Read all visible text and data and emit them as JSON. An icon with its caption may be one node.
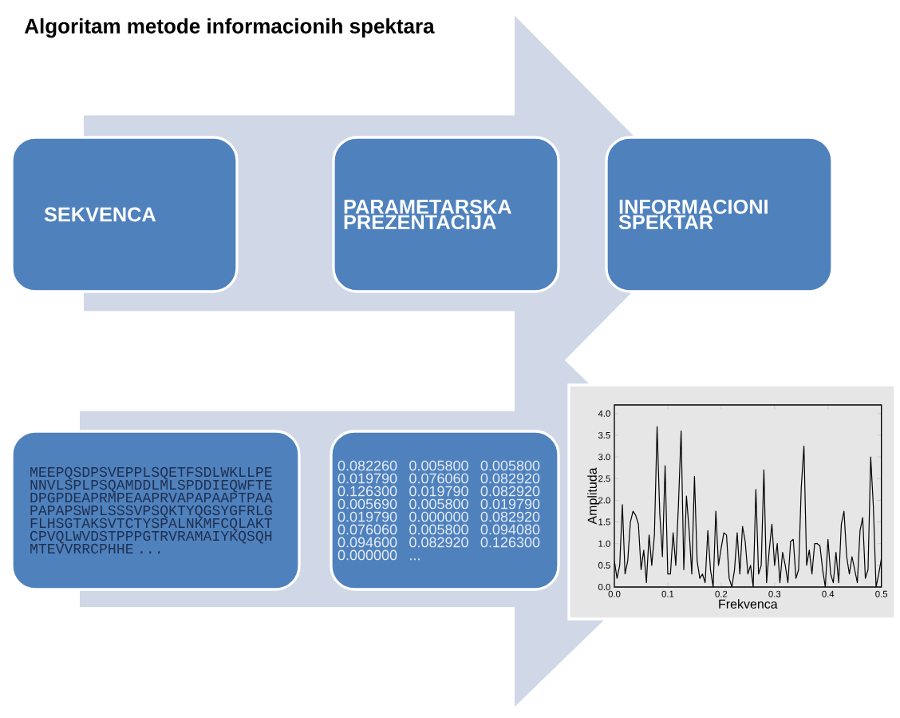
{
  "diagram": {
    "title": "Algoritam metode informacionih spektara",
    "nodes": [
      {
        "text": [
          "SEKVENCA"
        ]
      },
      {
        "text": [
          "PARAMETARSKA PREZENTACIJA"
        ]
      },
      {
        "text": [
          "INFORMACIONI SPEKTAR"
        ]
      },
      {
        "text": [
          "MEEPQSDPSVEPPLSQETFSDLWKLLPE NNVLSPLPSQAMDDLMLSPDDIEQWFTE DPGPDEAPRMPEAAPRVAPAPAAPTPAA PAPAPSWPLSSSVPSQKTYQGSYGFRLG FLHSGTAKSVTCTYSPALNKMFCQLAKT CPVQLWVDSTPPPGTRVRAMAIYKQSQH MTEVVRRCPHHE ..."
        ]
      },
      {
        "text": [
          "0.082260 0.005800 0.005800 0.019790 0.076060 0.082920 0.126300 0.019790 0.082920 0.005690 0.005800 0.019790 0.019790 0.000000 0.082920 0.076060 0.005800 0.094080 0.094600 0.082920 0.126300 0.000000 ..."
        ]
      },
      {
        "text": [],
        "shape": "picture"
      }
    ],
    "edges": [
      {
        "from": 0,
        "to": 2,
        "arrow": "to",
        "style": "thick"
      },
      {
        "from": 3,
        "to": 5,
        "arrow": "to",
        "style": "thick"
      }
    ],
    "chart_data": {
      "type": "line",
      "xlabel": "Frekvenca",
      "ylabel": "Amplituda",
      "xlim": [
        0,
        0.5
      ],
      "ylim": [
        0,
        4.2
      ],
      "xticks": [
        {
          "value": 0,
          "label": "0.0"
        },
        {
          "value": 0.1,
          "label": "0.1"
        },
        {
          "value": 0.2,
          "label": "0.2"
        },
        {
          "value": 0.3,
          "label": "0.3"
        },
        {
          "value": 0.4,
          "label": "0.4"
        },
        {
          "value": 0.5,
          "label": "0.5"
        }
      ],
      "yticks": [
        {
          "value": 0,
          "label": "0.0"
        },
        {
          "value": 0.5,
          "label": "0.5"
        },
        {
          "value": 1,
          "label": "1.0"
        },
        {
          "value": 1.5,
          "label": "1.5"
        },
        {
          "value": 2,
          "label": "2.0"
        },
        {
          "value": 2.5,
          "label": "2.5"
        },
        {
          "value": 3,
          "label": "3.0"
        },
        {
          "value": 3.5,
          "label": "3.5"
        },
        {
          "value": 4,
          "label": "4.0"
        }
      ],
      "x": [
        0.0,
        0.005,
        0.01,
        0.015,
        0.02,
        0.025,
        0.03,
        0.035,
        0.04,
        0.045,
        0.05,
        0.055,
        0.06,
        0.065,
        0.07,
        0.075,
        0.08,
        0.085,
        0.09,
        0.095,
        0.1,
        0.105,
        0.11,
        0.115,
        0.12,
        0.125,
        0.13,
        0.135,
        0.14,
        0.145,
        0.15,
        0.155,
        0.16,
        0.165,
        0.17,
        0.175,
        0.18,
        0.185,
        0.19,
        0.195,
        0.2,
        0.205,
        0.21,
        0.215,
        0.22,
        0.225,
        0.23,
        0.235,
        0.24,
        0.245,
        0.25,
        0.255,
        0.26,
        0.265,
        0.27,
        0.275,
        0.28,
        0.285,
        0.29,
        0.295,
        0.3,
        0.305,
        0.31,
        0.315,
        0.32,
        0.325,
        0.33,
        0.335,
        0.34,
        0.345,
        0.35,
        0.355,
        0.36,
        0.365,
        0.37,
        0.375,
        0.38,
        0.385,
        0.39,
        0.395,
        0.4,
        0.405,
        0.41,
        0.415,
        0.42,
        0.425,
        0.43,
        0.435,
        0.44,
        0.445,
        0.45,
        0.455,
        0.46,
        0.465,
        0.47,
        0.475,
        0.48,
        0.485,
        0.49,
        0.495,
        0.5
      ],
      "series": [
        {
          "color": "#000000",
          "values": [
            0.6,
            0.2,
            0.5,
            1.9,
            0.3,
            0.6,
            1.5,
            1.75,
            1.65,
            1.45,
            0.4,
            0.85,
            0.1,
            1.2,
            0.5,
            1.2,
            3.7,
            1.7,
            0.7,
            2.8,
            0.3,
            0.3,
            1.25,
            0.5,
            1.9,
            3.6,
            0.4,
            2.1,
            1.3,
            0.3,
            2.55,
            0.6,
            0.2,
            0.3,
            0.1,
            1.3,
            0.4,
            0.0,
            1.75,
            0.5,
            0.9,
            1.25,
            1.2,
            0.2,
            0.0,
            0.4,
            1.25,
            0.3,
            1.4,
            1.05,
            0.3,
            0.5,
            0.0,
            2.25,
            0.3,
            0.5,
            2.7,
            0.1,
            0.85,
            1.45,
            0.5,
            1.0,
            0.1,
            0.8,
            0.5,
            0.1,
            1.05,
            1.1,
            0.2,
            0.4,
            2.3,
            3.25,
            0.5,
            0.85,
            0.3,
            1.0,
            1.0,
            0.95,
            0.4,
            0.0,
            1.1,
            0.3,
            0.1,
            0.8,
            0.1,
            1.45,
            1.75,
            0.7,
            0.3,
            0.7,
            0.4,
            0.1,
            1.3,
            1.6,
            0.2,
            0.4,
            3.0,
            1.85,
            0.0,
            0.3,
            0.65
          ]
        }
      ]
    }
  }
}
